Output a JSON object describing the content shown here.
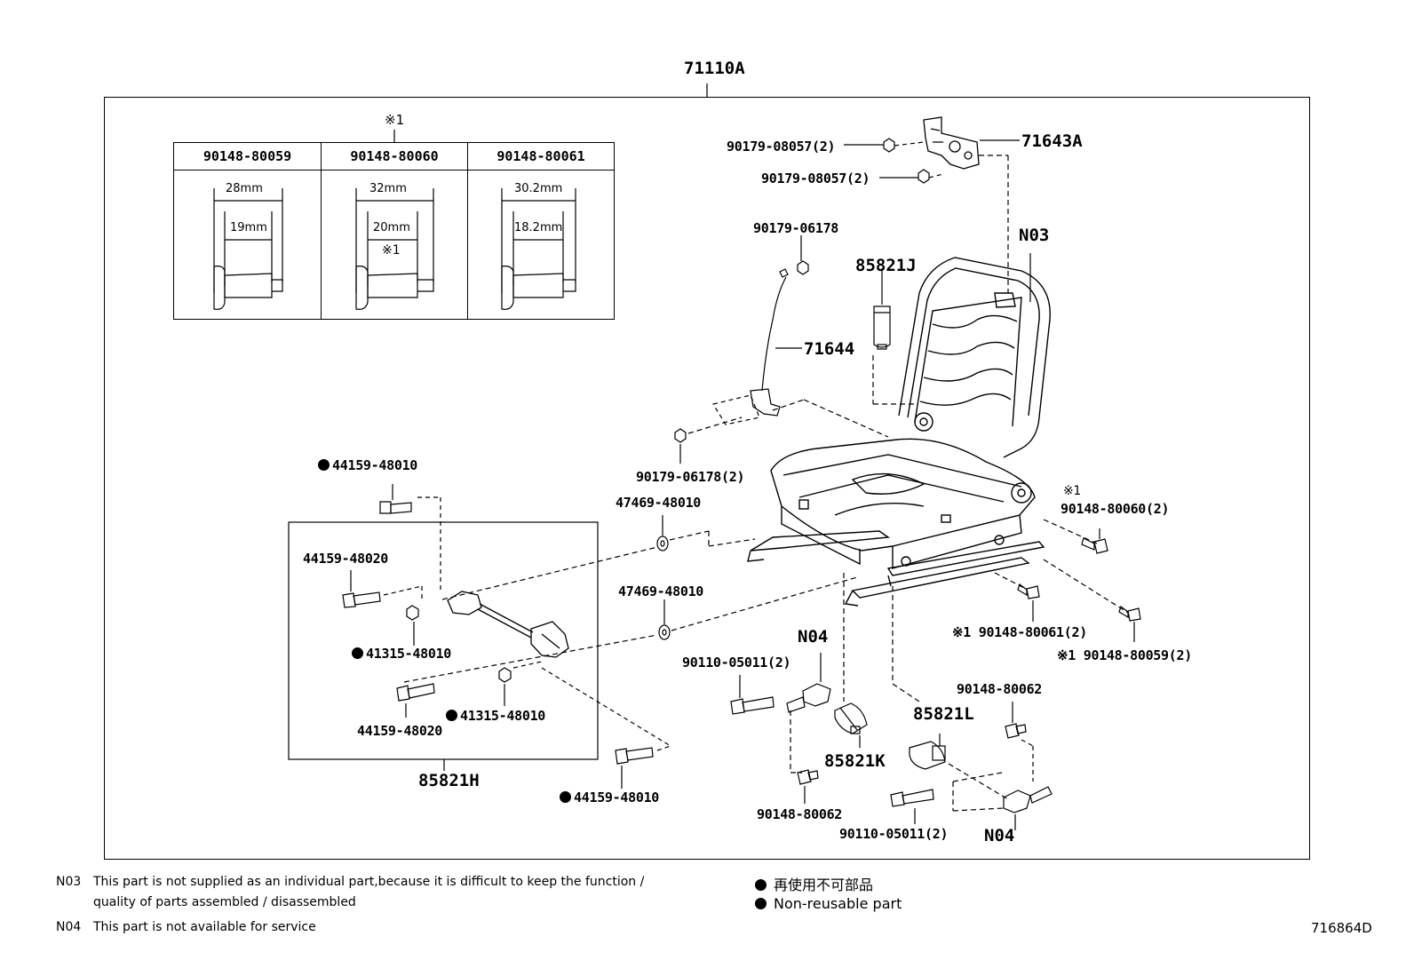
{
  "diagram": {
    "main_assembly": "71110A",
    "figure_code": "716864D",
    "spec_table": {
      "note_mark": "※1",
      "columns": [
        {
          "part": "90148-80059",
          "outer": "28mm",
          "inner": "19mm",
          "mark": ""
        },
        {
          "part": "90148-80060",
          "outer": "32mm",
          "inner": "20mm",
          "mark": "※1"
        },
        {
          "part": "90148-80061",
          "outer": "30.2mm",
          "inner": "18.2mm",
          "mark": ""
        }
      ]
    },
    "labels": {
      "l_90179_08057_a": "90179-08057(2)",
      "l_71643a": "71643A",
      "l_90179_08057_b": "90179-08057(2)",
      "l_90179_06178_a": "90179-06178",
      "l_85821j": "85821J",
      "l_n03": "N03",
      "l_71644": "71644",
      "l_90179_06178_b": "90179-06178(2)",
      "l_44159_48010_a": "44159-48010",
      "l_47469_48010_a": "47469-48010",
      "l_44159_48020_a": "44159-48020",
      "l_47469_48010_b": "47469-48010",
      "l_41315_48010_a": "41315-48010",
      "l_41315_48010_b": "41315-48010",
      "l_44159_48020_b": "44159-48020",
      "l_85821h": "85821H",
      "l_44159_48010_b": "44159-48010",
      "l_mark1_top": "※1",
      "l_90148_80060": "90148-80060(2)",
      "l_90148_80061": "※1 90148-80061(2)",
      "l_90148_80059": "※1 90148-80059(2)",
      "l_n04_a": "N04",
      "l_90110_05011_a": "90110-05011(2)",
      "l_90148_80062_a": "90148-80062",
      "l_85821l": "85821L",
      "l_85821k": "85821K",
      "l_90148_80062_b": "90148-80062",
      "l_90110_05011_b": "90110-05011(2)",
      "l_n04_b": "N04"
    },
    "notes": [
      {
        "code": "N03",
        "text_1": "This part is not supplied as an individual part,because it is difficult to keep the function /",
        "text_2": "quality of parts assembled / disassembled"
      },
      {
        "code": "N04",
        "text_1": "This part is not available for service"
      }
    ],
    "legend": {
      "line_1": "再使用不可部品",
      "line_2": "Non-reusable part"
    }
  }
}
